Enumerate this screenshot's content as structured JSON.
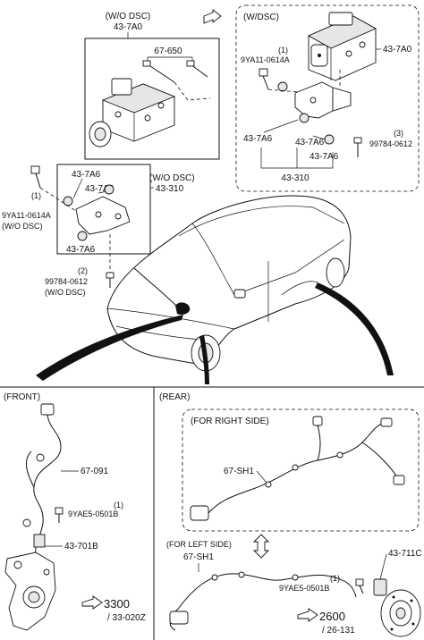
{
  "wo_dsc_hu": {
    "title": "(W/O DSC)",
    "part": "43-7A0",
    "sub_part": "67-650"
  },
  "w_dsc_box": {
    "title": "(W/DSC)",
    "part_hu": "43-7A0",
    "bolt_qty": "(1)",
    "bolt_part": "9YA11-0614A",
    "bushing_a": "43-7A6",
    "bushing_b": "43-7A6",
    "bushing_c": "43-7A6",
    "screw_qty": "(3)",
    "screw_part": "99784-0612",
    "bracket": "43-310"
  },
  "wo_dsc_bracket": {
    "bushing_a": "43-7A6",
    "bushing_b": "43-7A6",
    "bushing_c": "43-7A6",
    "title": "(W/O DSC)",
    "part": "43-310",
    "bolt_qty": "(1)",
    "bolt_part": "9YA11-0614A",
    "bolt_note": "(W/O DSC)",
    "screw_qty": "(2)",
    "screw_part": "99784-0612",
    "screw_note": "(W/O DSC)"
  },
  "front": {
    "title": "(FRONT)",
    "harness": "67-091",
    "bolt_qty": "(1)",
    "bolt_part": "9YAE5-0501B",
    "bracket": "43-701B",
    "ref_main": "3300",
    "ref_sub": "/ 33-020Z"
  },
  "rear": {
    "title": "(REAR)",
    "right_title": "(FOR RIGHT SIDE)",
    "right_harness": "67-SH1",
    "left_title": "(FOR LEFT SIDE)",
    "left_harness": "67-SH1",
    "bolt_qty": "(1)",
    "bolt_part": "9YAE5-0501B",
    "sensor": "43-711C",
    "ref_main": "2600",
    "ref_sub": "/ 26-131"
  }
}
